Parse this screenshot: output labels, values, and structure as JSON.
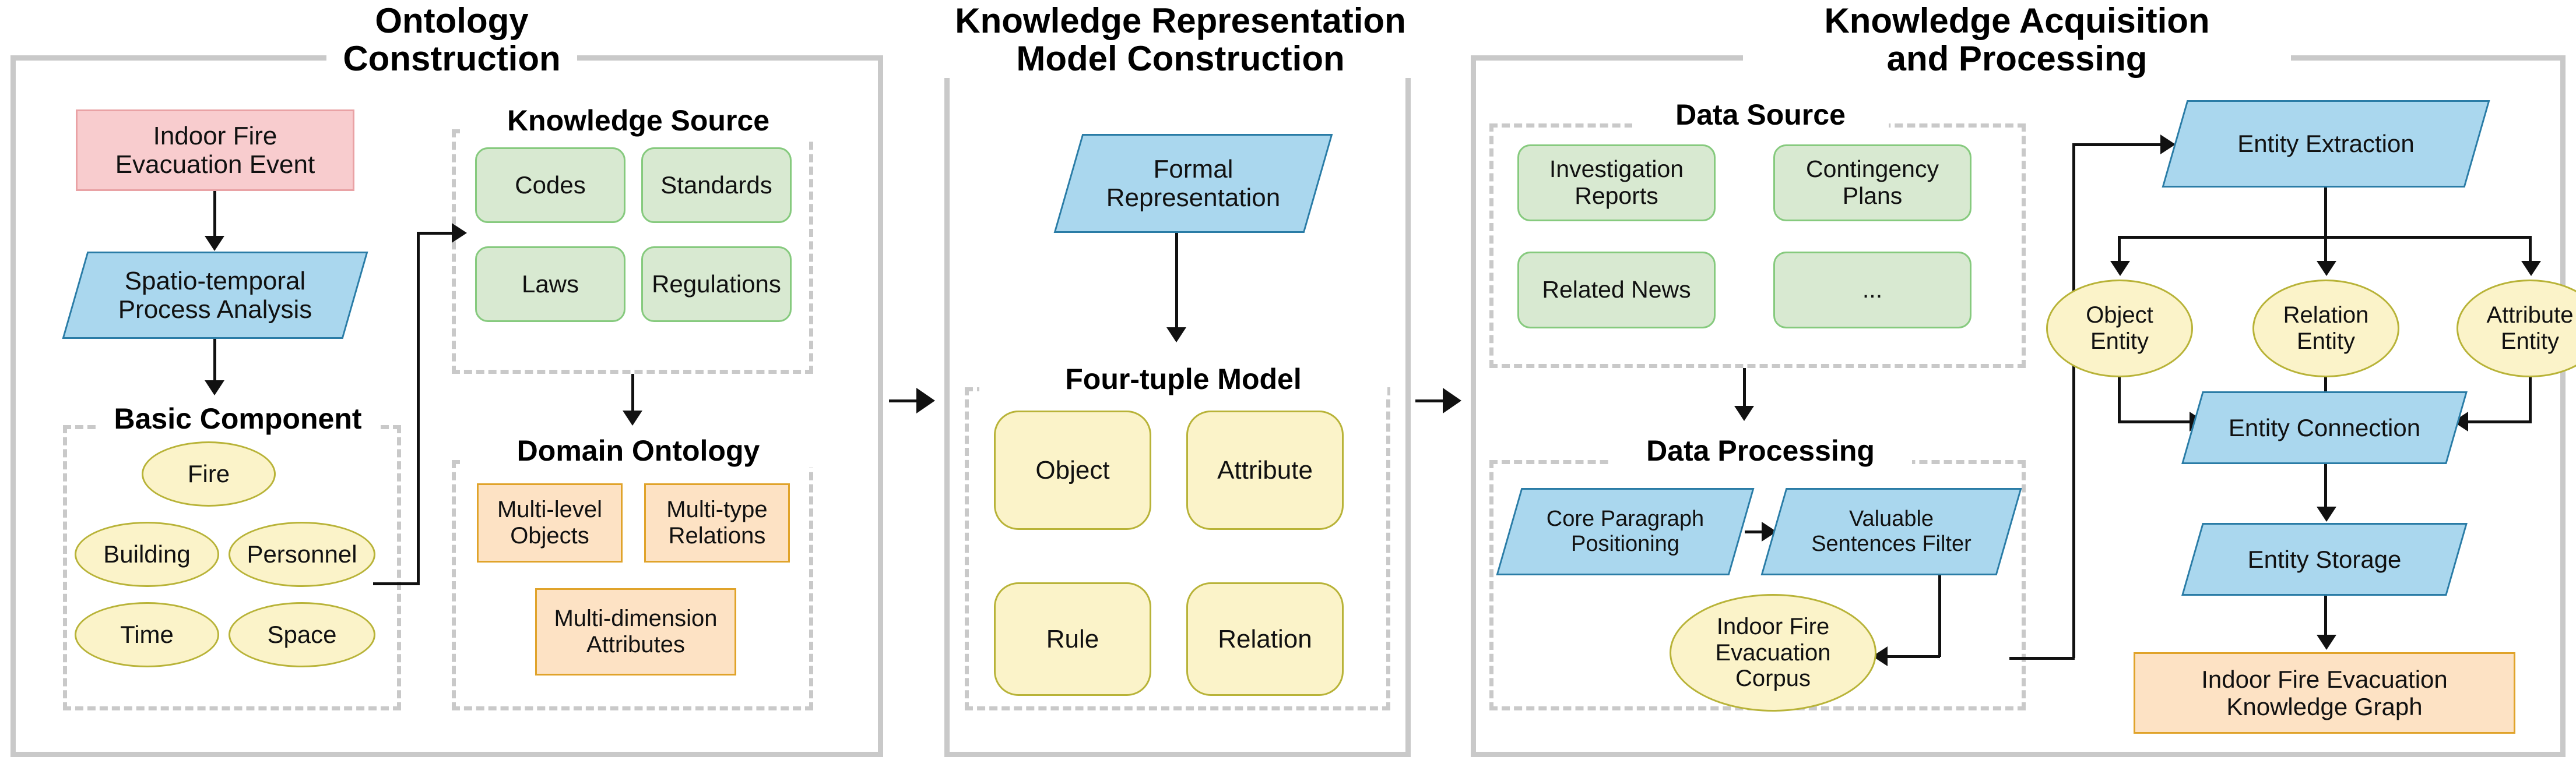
{
  "panels": [
    {
      "key": "ontology",
      "title": "Ontology\nConstruction"
    },
    {
      "key": "krmc",
      "title": "Knowledge Representation\nModel Construction"
    },
    {
      "key": "kap",
      "title": "Knowledge Acquisition\nand Processing"
    }
  ],
  "ontology": {
    "title_line1": "Ontology",
    "title_line2": "Construction",
    "event_box": "Indoor Fire\nEvacuation Event",
    "event_box_l1": "Indoor Fire",
    "event_box_l2": "Evacuation Event",
    "process_l1": "Spatio-temporal",
    "process_l2": "Process Analysis",
    "basic_component_title": "Basic Component",
    "basic_components": [
      "Fire",
      "Building",
      "Personnel",
      "Time",
      "Space"
    ],
    "knowledge_source_title": "Knowledge Source",
    "knowledge_sources": [
      "Codes",
      "Standards",
      "Laws",
      "Regulations"
    ],
    "domain_ontology_title": "Domain Ontology",
    "domain_ontology": [
      {
        "l1": "Multi-level",
        "l2": "Objects"
      },
      {
        "l1": "Multi-type",
        "l2": "Relations"
      },
      {
        "l1": "Multi-dimension",
        "l2": "Attributes"
      }
    ]
  },
  "krmc": {
    "title_line1": "Knowledge Representation",
    "title_line2": "Model Construction",
    "formal_l1": "Formal",
    "formal_l2": "Representation",
    "four_tuple_title": "Four-tuple Model",
    "four_tuple": [
      "Object",
      "Attribute",
      "Rule",
      "Relation"
    ]
  },
  "kap": {
    "title_line1": "Knowledge Acquisition",
    "title_line2": "and Processing",
    "data_source_title": "Data Source",
    "data_sources": [
      {
        "l1": "Investigation",
        "l2": "Reports"
      },
      {
        "l1": "Contingency",
        "l2": "Plans"
      },
      {
        "l1": "Related News",
        "l2": ""
      },
      {
        "l1": "...",
        "l2": ""
      }
    ],
    "data_processing_title": "Data Processing",
    "core_paragraph_l1": "Core Paragraph",
    "core_paragraph_l2": "Positioning",
    "valuable_l1": "Valuable",
    "valuable_l2": "Sentences Filter",
    "corpus_l1": "Indoor Fire",
    "corpus_l2": "Evacuation",
    "corpus_l3": "Corpus",
    "entity_extraction": "Entity Extraction",
    "entities": [
      {
        "l1": "Object",
        "l2": "Entity"
      },
      {
        "l1": "Relation",
        "l2": "Entity"
      },
      {
        "l1": "Attribute",
        "l2": "Entity"
      }
    ],
    "entity_connection": "Entity Connection",
    "entity_storage": "Entity Storage",
    "knowledge_graph_l1": "Indoor Fire Evacuation",
    "knowledge_graph_l2": "Knowledge Graph"
  },
  "colors": {
    "panel_border": "#c9c9c9",
    "dashed_border": "#c9c9c9",
    "pink_fill": "#f8ccce",
    "pink_stroke": "#e9a2a5",
    "blue_fill": "#aad7ee",
    "blue_stroke": "#2a7ca6",
    "green_fill": "#d8e9d1",
    "green_stroke": "#86ca7e",
    "yellow_fill": "#fbf3c9",
    "yellow_stroke": "#b8b338",
    "orange_fill": "#fde2c4",
    "orange_stroke": "#e0a32a",
    "arrow": "#111111"
  }
}
